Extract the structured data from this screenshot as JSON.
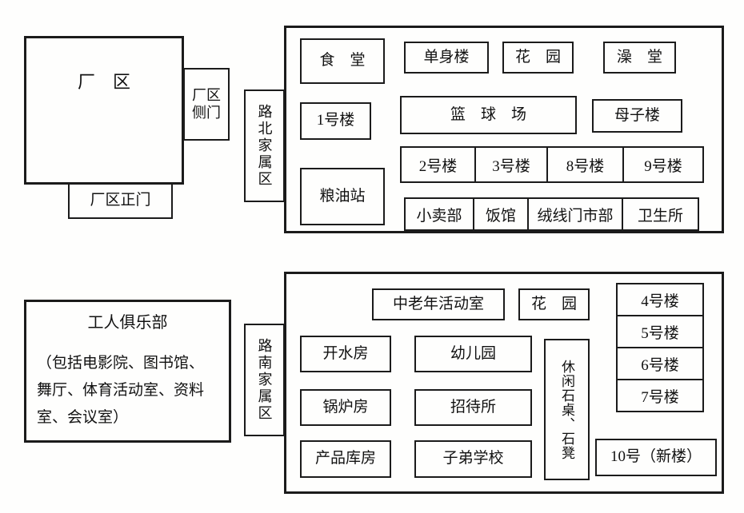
{
  "factory": {
    "main_label": "厂　区",
    "side_gate": "厂区侧门",
    "front_gate": "厂区正门"
  },
  "north": {
    "tab": "路北家属区",
    "canteen": "食　堂",
    "singles_building": "单身楼",
    "garden": "花　园",
    "bathhouse": "澡　堂",
    "building1": "1号楼",
    "basketball_court": "篮　球　场",
    "mother_child_building": "母子楼",
    "grain_oil_station": "粮油站",
    "row3": [
      "2号楼",
      "3号楼",
      "8号楼",
      "9号楼"
    ],
    "row4": [
      "小卖部",
      "饭馆",
      "绒线门市部",
      "卫生所"
    ]
  },
  "club": {
    "title": "工人俱乐部",
    "desc": "（包括电影院、图书馆、舞厅、体育活动室、资料室、会议室）"
  },
  "south": {
    "tab": "路南家属区",
    "activity_room": "中老年活动室",
    "garden": "花　园",
    "right_stack": [
      "4号楼",
      "5号楼",
      "6号楼",
      "7号楼"
    ],
    "hot_water_room": "开水房",
    "kindergarten": "幼儿园",
    "boiler_room": "锅炉房",
    "guesthouse": "招待所",
    "stone_tables": "休闲石桌、石凳",
    "product_warehouse": "产品库房",
    "children_school": "子弟学校",
    "building10": "10号（新楼）"
  }
}
